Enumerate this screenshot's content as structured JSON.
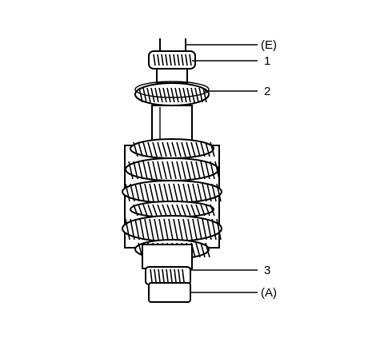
{
  "diagram": {
    "subject": "gear-shaft-assembly-exploded-view",
    "callouts": [
      {
        "id": "E",
        "text": "(E)"
      },
      {
        "id": "1",
        "text": "1"
      },
      {
        "id": "2",
        "text": "2"
      },
      {
        "id": "3",
        "text": "3"
      },
      {
        "id": "A",
        "text": "(A)"
      }
    ],
    "colors": {
      "ink": "#000000",
      "paper": "#ffffff"
    }
  }
}
